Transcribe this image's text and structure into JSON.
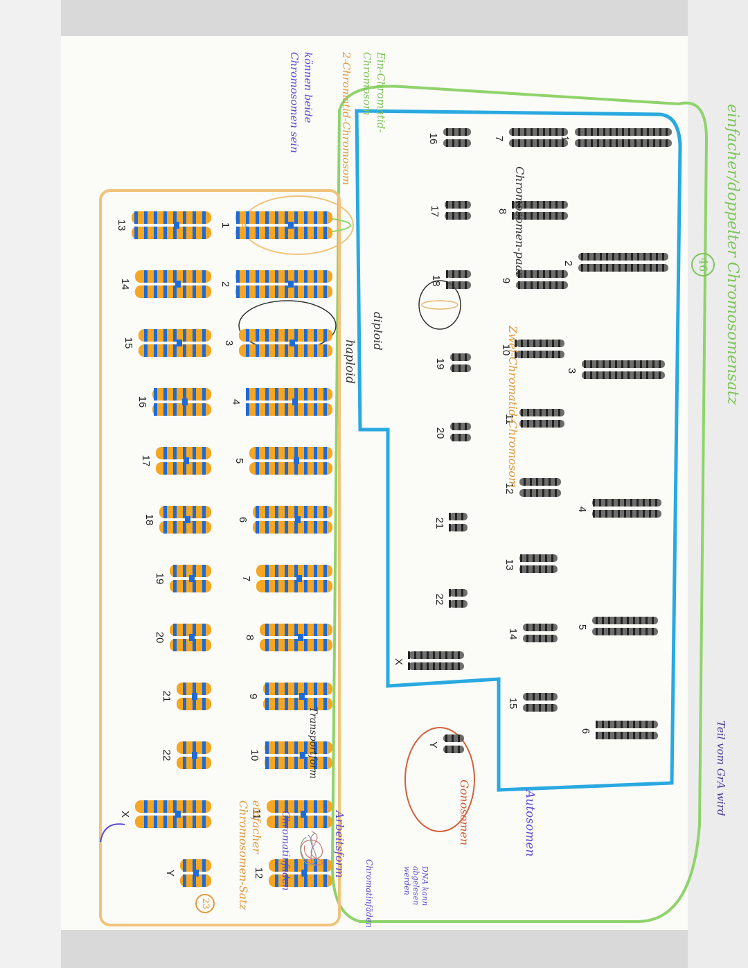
{
  "title_green": "einfacher/doppelter Chromosomensatz",
  "count_46": "46",
  "count_23": "23",
  "top_right_note": "Teil vom GrA wird",
  "photo_karyotype": {
    "numbers": [
      "1",
      "2",
      "3",
      "4",
      "5",
      "6",
      "7",
      "8",
      "9",
      "10",
      "11",
      "12",
      "13",
      "14",
      "15",
      "16",
      "17",
      "18",
      "19",
      "20",
      "21",
      "22",
      "X",
      "Y"
    ]
  },
  "scheme_karyotype": {
    "numbers": [
      "1",
      "2",
      "3",
      "4",
      "5",
      "6",
      "7",
      "8",
      "9",
      "10",
      "11",
      "12",
      "13",
      "14",
      "15",
      "16",
      "17",
      "18",
      "19",
      "20",
      "21",
      "22",
      "X",
      "Y"
    ]
  },
  "annotations": {
    "chromosomen_paar": "Chromosomen-paar",
    "zwei_chromatid": "Zwei-Chromatid-Chromosom",
    "diploid": "diploid",
    "haploid": "haploid",
    "autosomen": "Autosomen",
    "gonosomen": "Gonosomen",
    "dna_note": "DNA kann abgelesen werden",
    "chromatin_faeden": "Chromatinfäden",
    "arbeitsform": "Arbeitsform",
    "transportform": "Transportform",
    "chromatin_faden": "Chromatinfaden",
    "einfacher_satz": "einfacher Chromosomen-Satz",
    "ein_chromatid": "Ein-Chromatid-Chromosom",
    "zwei_chromatid_chrom": "2-Chromatid-Chromosom",
    "koennen_beide": "können beide Chromosomen sein"
  },
  "colors": {
    "green": "#8fd36b",
    "blue": "#29a9e0",
    "orange": "#f0c37a",
    "purple": "#5a4bd0",
    "red": "#d2603a",
    "photo_gray": "#555555",
    "scheme_blue": "#1f6bd6",
    "scheme_orange": "#f5a623"
  }
}
